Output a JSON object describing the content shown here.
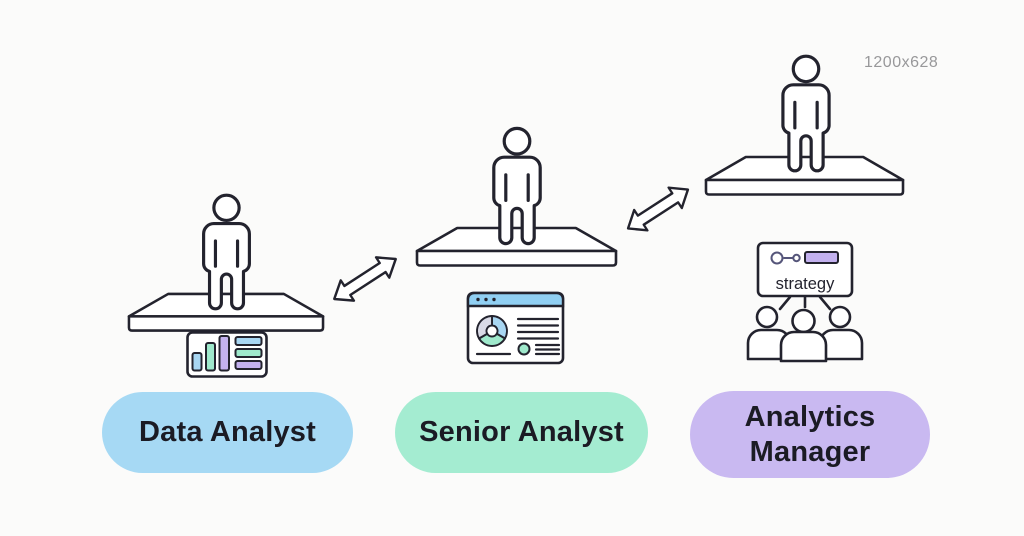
{
  "header": {
    "size_label": "1200x628"
  },
  "progression": {
    "description": "Career ladder from Data Analyst to Senior Analyst to Analytics Manager, each person standing on a progressively higher platform",
    "stages": [
      {
        "label": "Data Analyst",
        "pill_color": "#a6d9f4",
        "illustration": "person-on-low-platform",
        "icon": "bar-chart-report-card"
      },
      {
        "label": "Senior Analyst",
        "pill_color": "#a4ecd1",
        "illustration": "person-on-mid-platform",
        "icon": "dashboard-browser-card-with-donut-chart"
      },
      {
        "label": "Analytics Manager",
        "pill_color": "#c9b9f1",
        "illustration": "person-on-high-platform",
        "icon": "strategy-presentation-to-team",
        "icon_label": "strategy"
      }
    ],
    "connectors": [
      {
        "type": "double-headed-arrow",
        "between": [
          "Data Analyst",
          "Senior Analyst"
        ]
      },
      {
        "type": "double-headed-arrow",
        "between": [
          "Senior Analyst",
          "Analytics Manager"
        ]
      }
    ]
  },
  "colors": {
    "background": "#fbfbfa",
    "outline": "#23232e",
    "pill_blue": "#a6d9f4",
    "pill_mint": "#a4ecd1",
    "pill_purple": "#c9b9f1",
    "chart_blue": "#a8d6f2",
    "chart_green": "#9fe9cc",
    "chart_purple": "#c3b1ef",
    "chart_gray": "#d9dae6",
    "browser_header_blue": "#90cff2",
    "size_label_gray": "#98989a",
    "text_dark": "#1b1b24"
  }
}
